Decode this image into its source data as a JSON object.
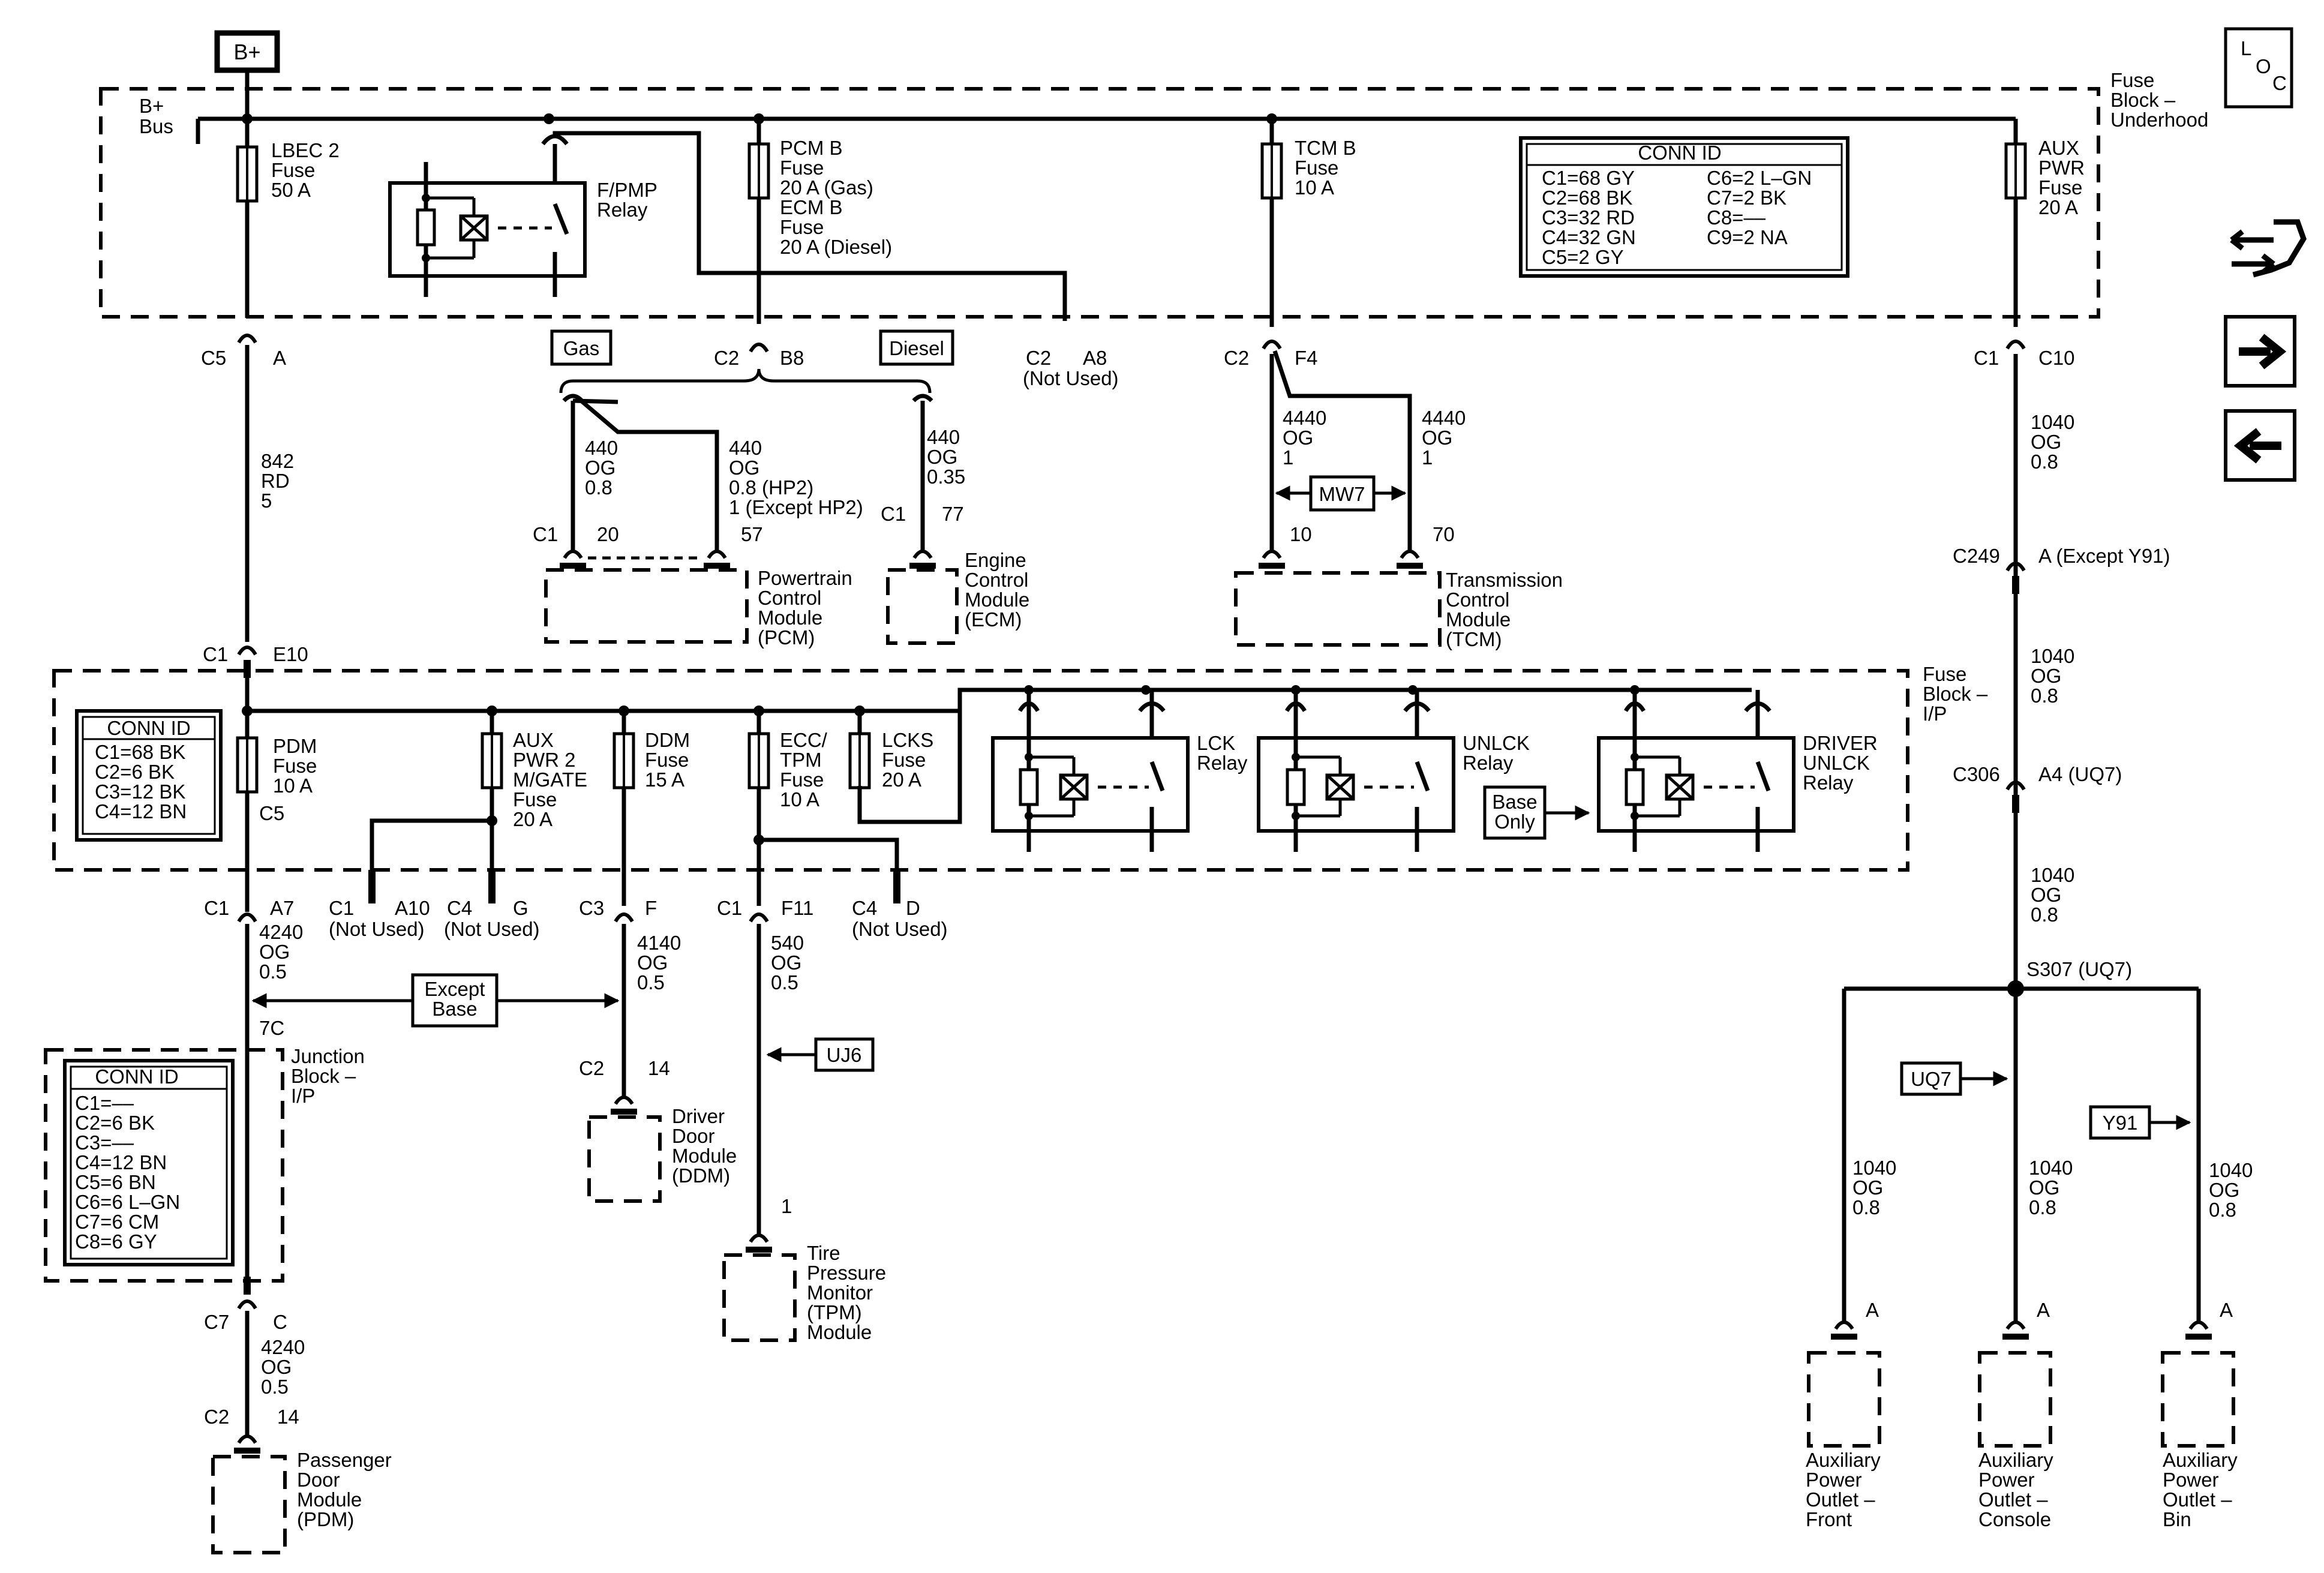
{
  "labels": {
    "bplus": "B+",
    "bplus_bus": [
      "B+",
      "Bus"
    ],
    "fb_underhood": [
      "Fuse",
      "Block –",
      "Underhood"
    ],
    "fb_ip": [
      "Fuse",
      "Block –",
      "I/P"
    ],
    "jb_ip": [
      "Junction",
      "Block –",
      "I/P"
    ],
    "loc_icon": [
      "L",
      "O",
      "C"
    ]
  },
  "fuses_underhood": [
    [
      "LBEC 2",
      "Fuse",
      "50 A"
    ],
    [
      "PCM B",
      "Fuse",
      "20 A (Gas)",
      "ECM B",
      "Fuse",
      "20 A (Diesel)"
    ],
    [
      "TCM B",
      "Fuse",
      "10 A"
    ],
    [
      "AUX",
      "PWR",
      "Fuse",
      "20 A"
    ]
  ],
  "fpmp_relay": [
    "F/PMP",
    "Relay"
  ],
  "conn_id_underhood": {
    "title": "CONN ID",
    "left": [
      "C1=68 GY",
      "C2=68 BK",
      "C3=32 RD",
      "C4=32 GN",
      "C5=2 GY"
    ],
    "right": [
      "C6=2 L–GN",
      "C7=2 BK",
      "C8=––",
      "C9=2 NA"
    ]
  },
  "conn_id_ip": {
    "title": "CONN ID",
    "items": [
      "C1=68 BK",
      "C2=6 BK",
      "C3=12 BK",
      "C4=12 BN"
    ]
  },
  "conn_id_jb": {
    "title": "CONN ID",
    "items": [
      "C1=––",
      "C2=6 BK",
      "C3=––",
      "C4=12 BN",
      "C5=6 BN",
      "C6=6 L–GN",
      "C7=6 CM",
      "C8=6 GY"
    ]
  },
  "fuses_ip": [
    [
      "PDM",
      "Fuse",
      "10 A"
    ],
    [
      "AUX",
      "PWR 2",
      "M/GATE",
      "Fuse",
      "20 A"
    ],
    [
      "DDM",
      "Fuse",
      "15 A"
    ],
    [
      "ECC/",
      "TPM",
      "Fuse",
      "10 A"
    ],
    [
      "LCKS",
      "Fuse",
      "20 A"
    ]
  ],
  "relays_ip": [
    [
      "LCK",
      "Relay"
    ],
    [
      "UNLCK",
      "Relay"
    ],
    [
      "DRIVER",
      "UNLCK",
      "Relay"
    ]
  ],
  "base_only": [
    "Base",
    "Only"
  ],
  "except_base": [
    "Except",
    "Base"
  ],
  "tags": {
    "gas": "Gas",
    "diesel": "Diesel",
    "mw7": "MW7",
    "uj6": "UJ6",
    "uq7": "UQ7",
    "y91": "Y91"
  },
  "connectors": {
    "c5_a": [
      "C5",
      "A"
    ],
    "c2_b8": [
      "C2",
      "B8"
    ],
    "c2_a8": [
      "C2",
      "A8",
      "(Not Used)"
    ],
    "c2_f4": [
      "C2",
      "F4"
    ],
    "c1_c10": [
      "C1",
      "C10"
    ],
    "c1_20": [
      "C1",
      "20"
    ],
    "pin_57": "57",
    "c1_77": [
      "C1",
      "77"
    ],
    "pin_10": "10",
    "pin_70": "70",
    "c249": [
      "C249",
      "A (Except Y91)"
    ],
    "c1_e10": [
      "C1",
      "E10"
    ],
    "c5": "C5",
    "c306": [
      "C306",
      "A4 (UQ7)"
    ],
    "c1_a7": [
      "C1",
      "A7"
    ],
    "c1_a10": [
      "C1",
      "A10",
      "(Not Used)"
    ],
    "c4_g": [
      "C4",
      "G",
      "(Not Used)"
    ],
    "c3_f": [
      "C3",
      "F"
    ],
    "c1_f11": [
      "C1",
      "F11"
    ],
    "c4_d": [
      "C4",
      "D",
      "(Not Used)"
    ],
    "s307": "S307 (UQ7)",
    "j7c": "7C",
    "c2_14_ddm": [
      "C2",
      "14"
    ],
    "pin_1_tpm": "1",
    "c7_c": [
      "C7",
      "C"
    ],
    "c2_14_pdm": [
      "C2",
      "14"
    ],
    "pin_a": "A"
  },
  "wires": {
    "w842": [
      "842",
      "RD",
      "5"
    ],
    "w440_pcm1": [
      "440",
      "OG",
      "0.8"
    ],
    "w440_pcm2": [
      "440",
      "OG",
      "0.8 (HP2)",
      "1 (Except HP2)"
    ],
    "w440_ecm": [
      "440",
      "OG",
      "0.35"
    ],
    "w4440_1": [
      "4440",
      "OG",
      "1"
    ],
    "w4440_2": [
      "4440",
      "OG",
      "1"
    ],
    "w1040_a": [
      "1040",
      "OG",
      "0.8"
    ],
    "w1040_b": [
      "1040",
      "OG",
      "0.8"
    ],
    "w1040_c": [
      "1040",
      "OG",
      "0.8"
    ],
    "w4240_a": [
      "4240",
      "OG",
      "0.5"
    ],
    "w4140": [
      "4140",
      "OG",
      "0.5"
    ],
    "w540": [
      "540",
      "OG",
      "0.5"
    ],
    "w4240_b": [
      "4240",
      "OG",
      "0.5"
    ],
    "w1040_front": [
      "1040",
      "OG",
      "0.8"
    ],
    "w1040_console": [
      "1040",
      "OG",
      "0.8"
    ],
    "w1040_bin": [
      "1040",
      "OG",
      "0.8"
    ]
  },
  "modules": {
    "pcm": [
      "Powertrain",
      "Control",
      "Module",
      "(PCM)"
    ],
    "ecm": [
      "Engine",
      "Control",
      "Module",
      "(ECM)"
    ],
    "tcm": [
      "Transmission",
      "Control",
      "Module",
      "(TCM)"
    ],
    "ddm": [
      "Driver",
      "Door",
      "Module",
      "(DDM)"
    ],
    "tpm": [
      "Tire",
      "Pressure",
      "Monitor",
      "(TPM)",
      "Module"
    ],
    "pdm": [
      "Passenger",
      "Door",
      "Module",
      "(PDM)"
    ],
    "apo_front": [
      "Auxiliary",
      "Power",
      "Outlet –",
      "Front"
    ],
    "apo_console": [
      "Auxiliary",
      "Power",
      "Outlet –",
      "Console"
    ],
    "apo_bin": [
      "Auxiliary",
      "Power",
      "Outlet –",
      "Bin"
    ]
  }
}
